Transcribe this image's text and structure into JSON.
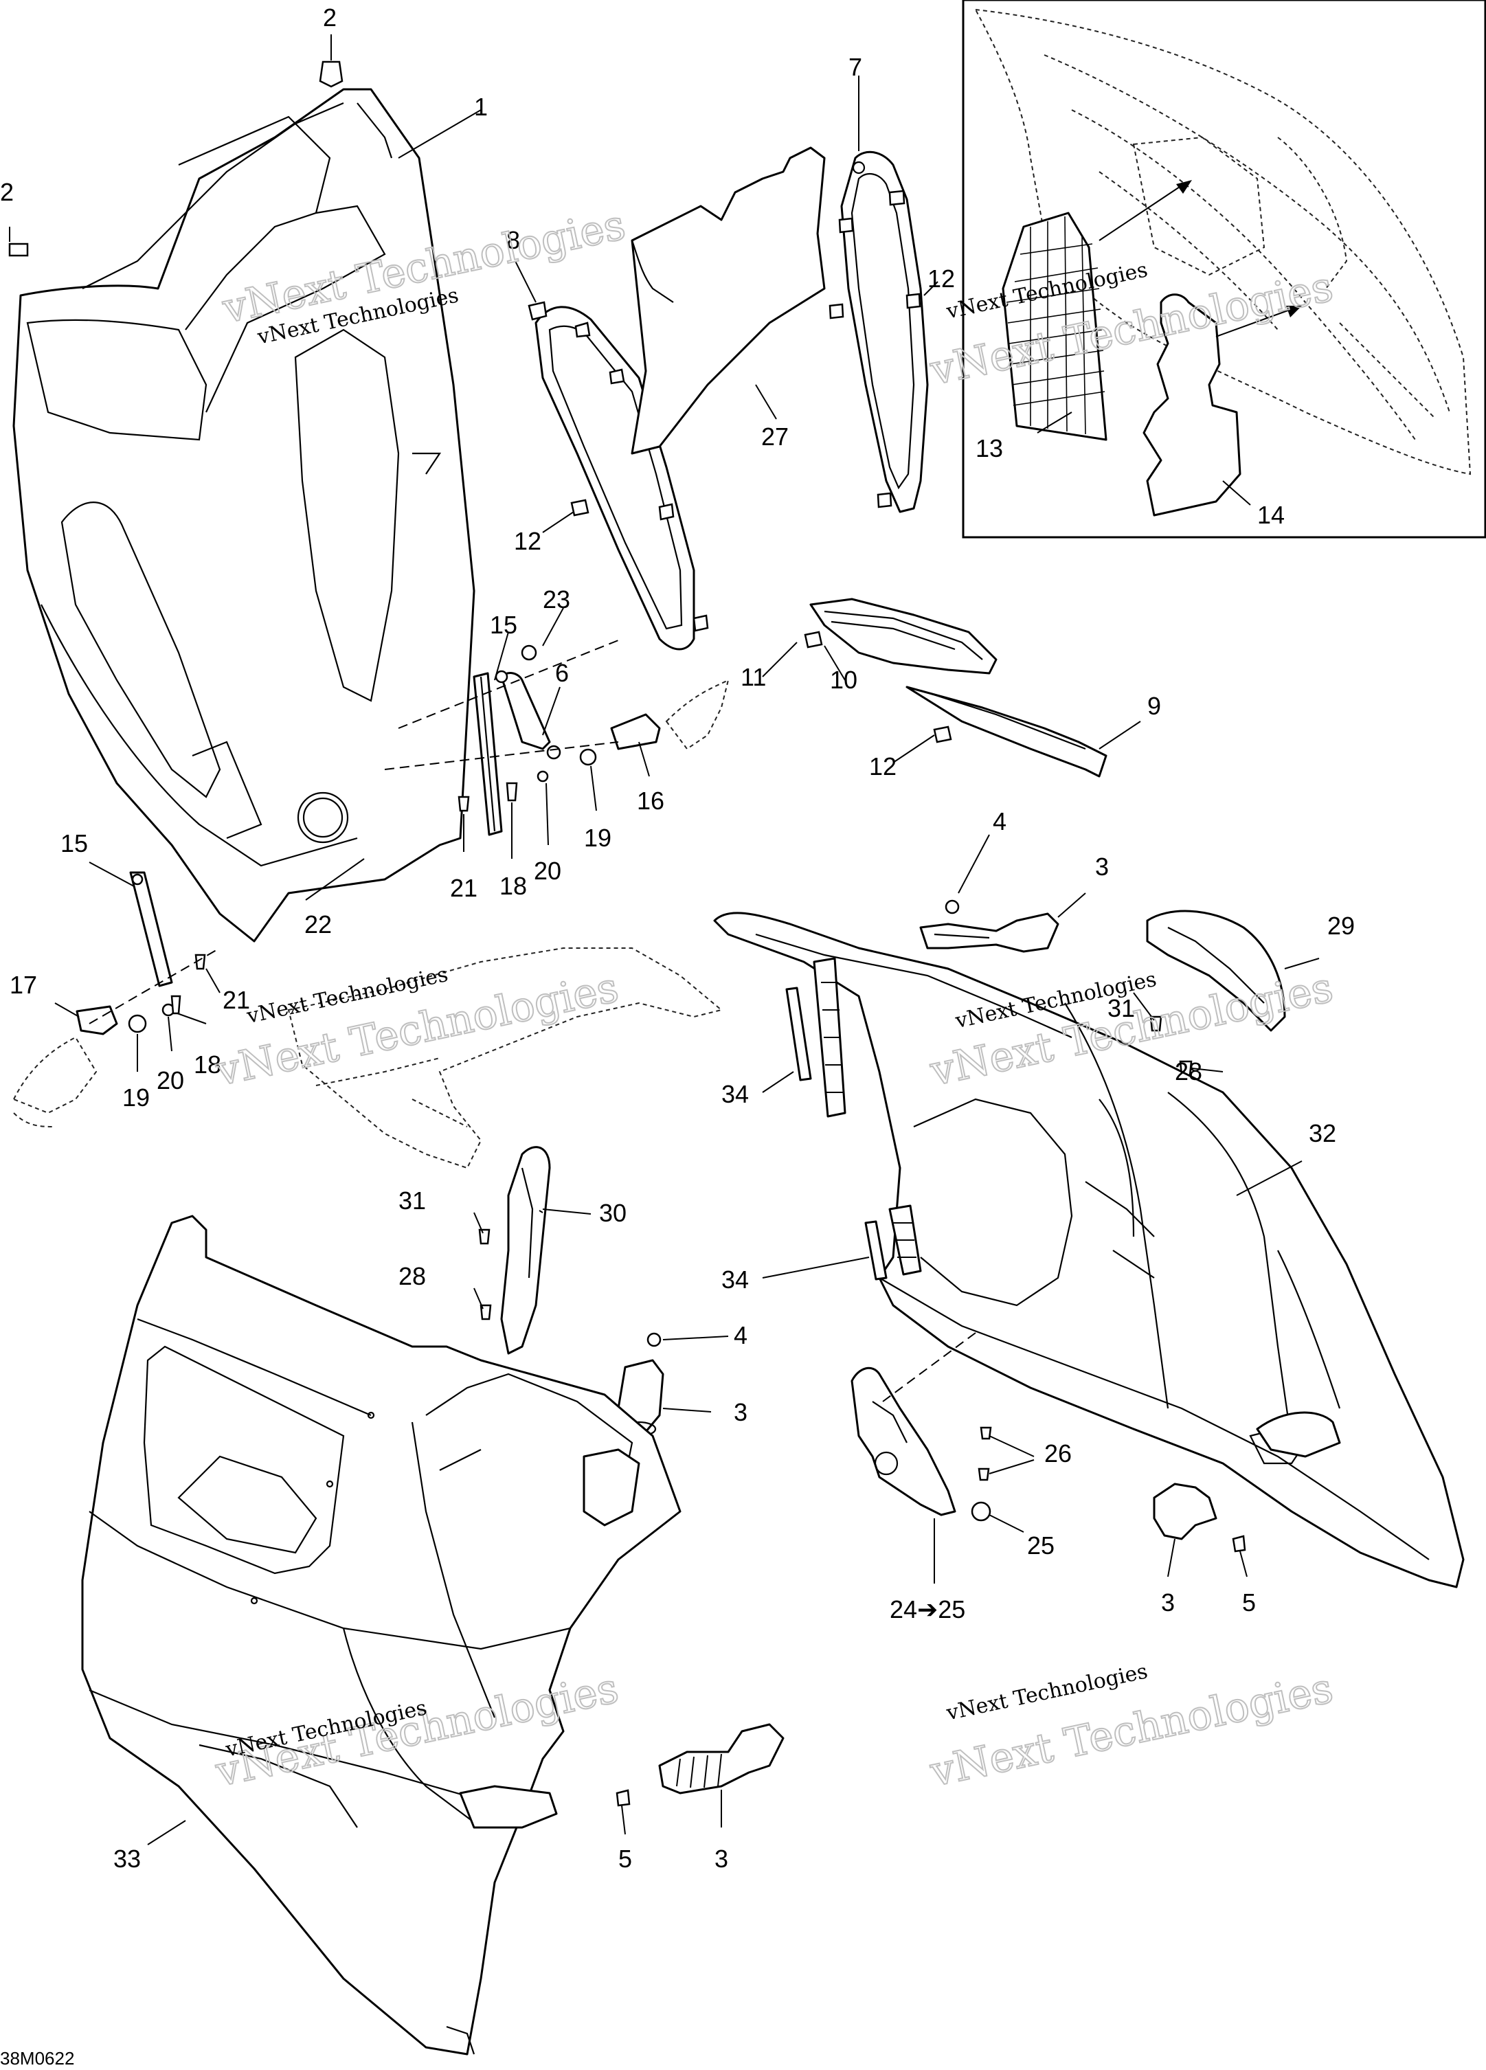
{
  "diagram": {
    "code": "38M0622",
    "watermark": "vNext Technologies",
    "labels": {
      "l1": "1",
      "l2a": "2",
      "l2b": "2",
      "l3a": "3",
      "l3b": "3",
      "l3c": "3",
      "l3d": "3",
      "l4a": "4",
      "l4b": "4",
      "l5a": "5",
      "l5b": "5",
      "l6": "6",
      "l7": "7",
      "l8": "8",
      "l9": "9",
      "l10": "10",
      "l11": "11",
      "l12a": "12",
      "l12b": "12",
      "l12c": "12",
      "l13": "13",
      "l14": "14",
      "l15a": "15",
      "l15b": "15",
      "l16": "16",
      "l17": "17",
      "l18a": "18",
      "l18b": "18",
      "l19a": "19",
      "l19b": "19",
      "l20a": "20",
      "l20b": "20",
      "l21a": "21",
      "l21b": "21",
      "l22": "22",
      "l23": "23",
      "l24": "24➔25",
      "l25": "25",
      "l26": "26",
      "l27": "27",
      "l28a": "28",
      "l28b": "28",
      "l29": "29",
      "l30": "30",
      "l31a": "31",
      "l31b": "31",
      "l32": "32",
      "l33": "33",
      "l34a": "34",
      "l34b": "34"
    }
  }
}
